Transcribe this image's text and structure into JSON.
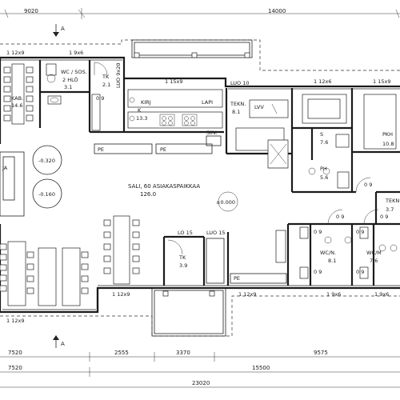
{
  "dimensions": {
    "top": [
      "9020",
      "14000"
    ],
    "bottom_row1": [
      "7520",
      "2555",
      "3370",
      "9575"
    ],
    "bottom_row2": [
      "7520",
      "15500"
    ],
    "bottom_total": "23020"
  },
  "windows": {
    "top": [
      "1 12x9",
      "1 9x6",
      "1 15x9",
      "1 12x6",
      "1 15x9"
    ],
    "bottom": [
      "1 12x9",
      "1 12x9",
      "1 9x6",
      "1 9x6"
    ]
  },
  "section_marks": [
    "A",
    "A"
  ],
  "labels": {
    "kab": {
      "name": "KAB.",
      "area": "14.6"
    },
    "wc": {
      "name": "WC / SOS.",
      "sub": "2 HLÖ",
      "area": "3.1"
    },
    "tk_top": {
      "name": "TK",
      "area": "2.1"
    },
    "luo_top": "LUO 9x20",
    "luo_10": "LUO 10",
    "k": {
      "name": "K",
      "area": "13.3"
    },
    "tekn1": {
      "name": "TEKN.",
      "area": "8.1"
    },
    "lvv": "LVV",
    "s": {
      "name": "S",
      "area": "7.6"
    },
    "ph": {
      "name": "PH",
      "area": "5.6"
    },
    "pkh": {
      "name": "PKH",
      "area": "10.8"
    },
    "tekn2": {
      "name": "TEKN.",
      "area": "3.7"
    },
    "siiv": "SIIV.",
    "sali": {
      "name": "SALI,  60  ASIAKASPAIKKAA",
      "area": "126.0"
    },
    "elev": "±0.000",
    "pe": [
      "PE",
      "PE",
      "PE"
    ],
    "ja": "JA",
    "neg1": "-0.320",
    "neg2": "-0.160",
    "lo15": "LO 15",
    "luo15": "LUO 15",
    "tk_bot": {
      "name": "TK",
      "area": "3.9"
    },
    "wcn": {
      "name": "WC/N.",
      "area": "8.1"
    },
    "wcm": {
      "name": "WC/M",
      "area": "7.6"
    },
    "door_marks": [
      "0 9",
      "0 9",
      "0 9",
      "0 9",
      "0 9",
      "0 9",
      "0 9",
      "0 9"
    ]
  },
  "fixture_labels": [
    "KIRJ",
    "LAPI"
  ]
}
